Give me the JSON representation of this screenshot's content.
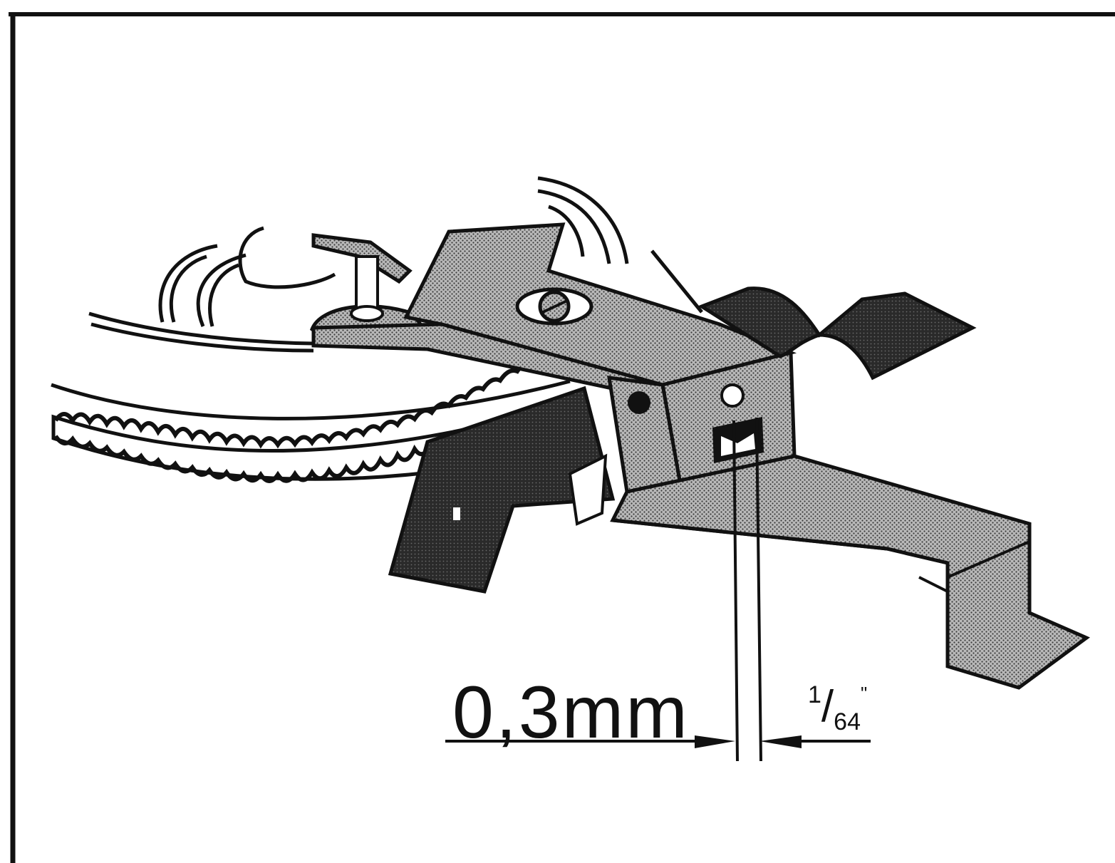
{
  "diagram": {
    "metric_gap": "0,3mm",
    "imperial_gap": {
      "numerator": "1",
      "slash": "/",
      "denominator": "64",
      "mark": "\""
    },
    "colors": {
      "ink": "#111111",
      "shade": "#9a9a9a",
      "dark": "#2a2a2a",
      "paper": "#ffffff"
    }
  }
}
